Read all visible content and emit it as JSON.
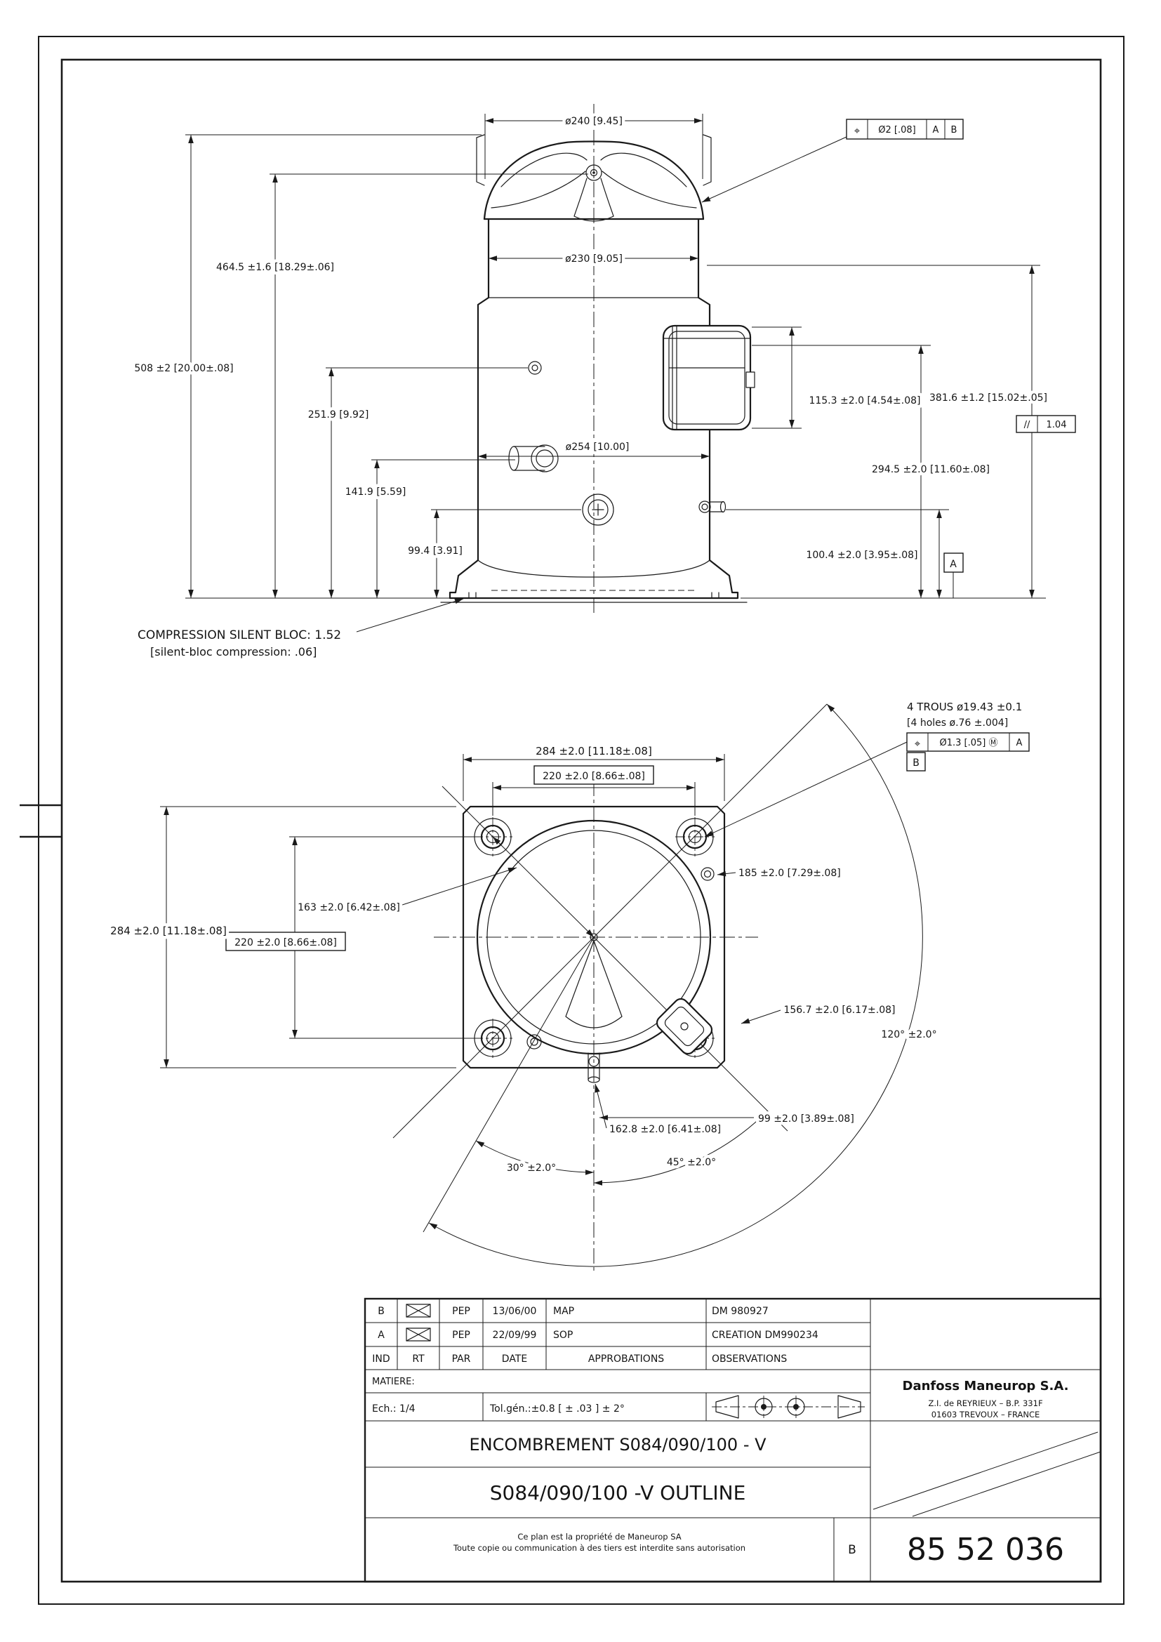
{
  "sheet": {
    "drawing_number": "85 52 036",
    "revision_letter": "B",
    "ink_color": "#1a1a1a",
    "paper_color": "#ffffff"
  },
  "front_view": {
    "dia_cap": "ø240 [9.45]",
    "dia_upper_shell": "ø230 [9.05]",
    "dia_main_shell": "ø254 [10.00]",
    "height_overall": "508 ±2  [20.00±.08]",
    "height_shell": "464.5 ±1.6 [18.29±.06]",
    "height_oil_glass": "251.9 [9.92]",
    "height_suction": "141.9 [5.59]",
    "height_sight_glass": "99.4  [3.91]",
    "terminal_box_height": "115.3 ±2.0  [4.54±.08]",
    "height_terminal_top": "381.6 ±1.2  [15.02±.05]",
    "height_terminal_bottom": "294.5 ±2.0  [11.60±.08]",
    "height_fitting": "100.4 ±2.0  [3.95±.08]",
    "fcf_position": {
      "symbol": "⌖",
      "tolerance": "Ø2 [.08]",
      "datum_1": "A",
      "datum_2": "B"
    },
    "fcf_parallel": {
      "symbol": "//",
      "tolerance": "1.04"
    },
    "datum_a": "A",
    "note_silent_bloc_fr": "COMPRESSION SILENT BLOC: 1.52",
    "note_silent_bloc_en": "[silent-bloc compression:  .06]"
  },
  "bottom_view": {
    "width_base": "284 ±2.0  [11.18±.08]",
    "width_holes": "220 ±2.0  [8.66±.08]",
    "height_base": "284 ±2.0  [11.18±.08]",
    "height_holes": "220 ±2.0  [8.66±.08]",
    "radius_holes": "163 ±2.0  [6.42±.08]",
    "offset_fitting_upper": "185 ±2.0  [7.29±.08]",
    "offset_discharge": "156.7 ±2.0  [6.17±.08]",
    "offset_fitting_lower": "99 ±2.0  [3.89±.08]",
    "offset_drain": "162.8 ±2.0  [6.41±.08]",
    "angle_120": "120° ±2.0°",
    "angle_45": "45° ±2.0°",
    "angle_30": "30° ±2.0°",
    "note_holes_fr": "4 TROUS ø19.43 ±0.1",
    "note_holes_en": "[4 holes ø.76 ±.004]",
    "fcf_position": {
      "symbol": "⌖",
      "tolerance": "Ø1.3 [.05] Ⓜ",
      "datum_1": "A"
    },
    "datum_b": "B"
  },
  "title_block": {
    "revisions": [
      {
        "ind": "B",
        "par": "PEP",
        "date": "13/06/00",
        "approbation": "MAP",
        "observation": "DM 980927"
      },
      {
        "ind": "A",
        "par": "PEP",
        "date": "22/09/99",
        "approbation": "SOP",
        "observation": "CREATION DM990234"
      }
    ],
    "headers": {
      "ind": "IND",
      "rt": "RT",
      "par": "PAR",
      "date": "DATE",
      "approbations": "APPROBATIONS",
      "observations": "OBSERVATIONS"
    },
    "matiere": "MATIERE:",
    "scale": "Ech.:  1/4",
    "tolerance": "Tol.gén.:±0.8  [ ± .03 ]  ± 2°",
    "company_name": "Danfoss Maneurop S.A.",
    "company_address_1": "Z.I. de REYRIEUX – B.P. 331F",
    "company_address_2": "01603 TREVOUX – FRANCE",
    "title_fr": "ENCOMBREMENT S084/090/100 - V",
    "title_en": "S084/090/100 -V   OUTLINE",
    "property_note_1": "Ce plan est la propriété de Maneurop SA",
    "property_note_2": "Toute copie ou communication à des tiers est interdite sans autorisation"
  }
}
